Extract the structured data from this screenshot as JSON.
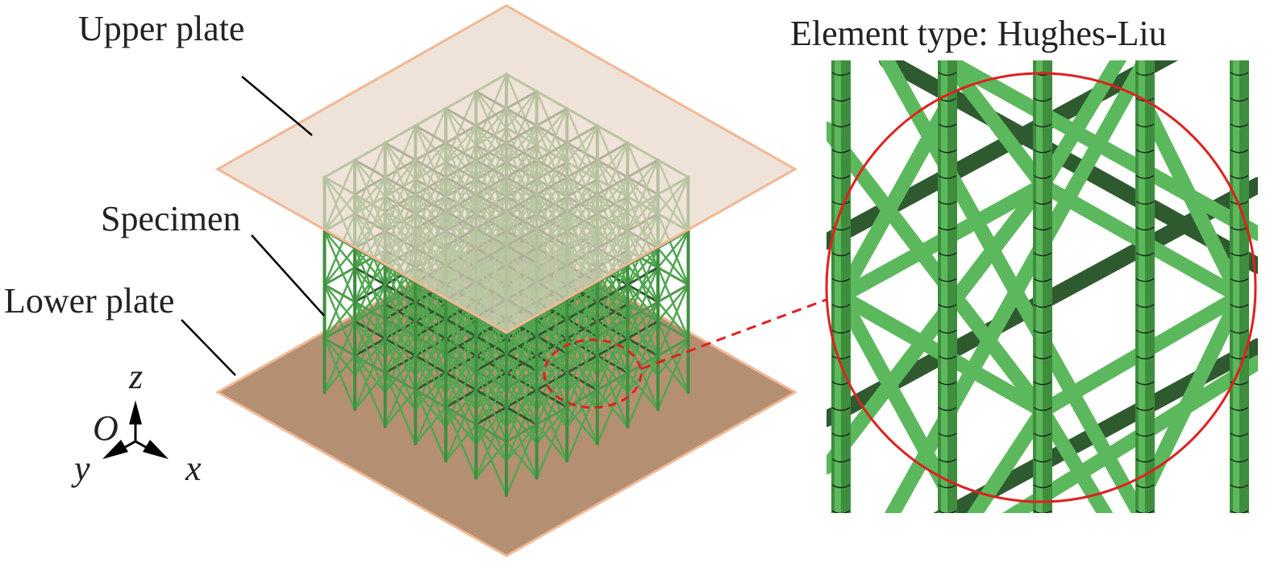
{
  "labels": {
    "upper_plate": "Upper plate",
    "specimen": "Specimen",
    "lower_plate": "Lower plate",
    "element_type": "Element type: Hughes-Liu"
  },
  "axes": {
    "z": "z",
    "origin": "O",
    "y": "y",
    "x": "x"
  },
  "colors": {
    "lattice": "#5cb85c",
    "lattice_dark": "#2f5a2f",
    "upper_plate": "#e8d5c8",
    "lower_plate": "#b48f72",
    "plate_edge": "#f0b894",
    "highlight": "#e02020"
  }
}
